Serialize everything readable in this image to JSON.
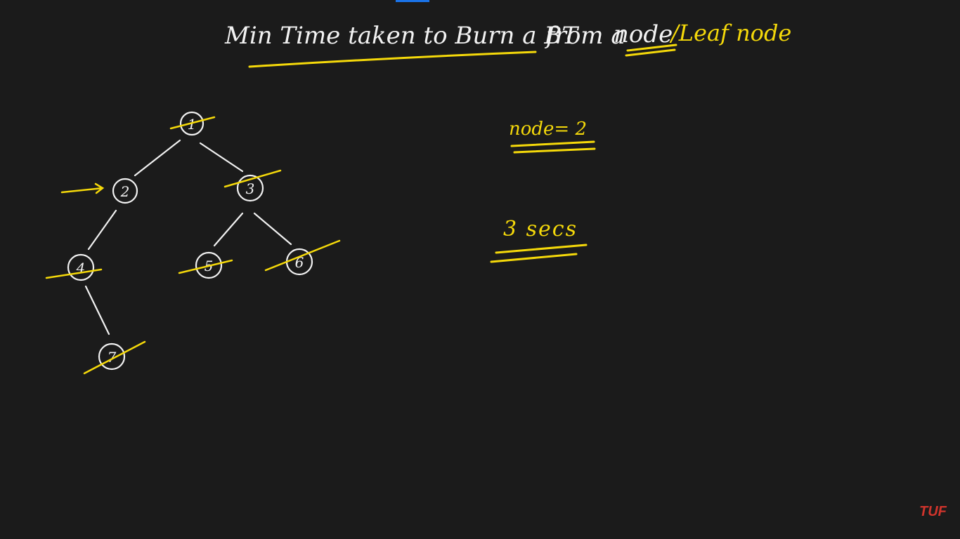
{
  "title": {
    "part1": "Min Time taken to Burn a BT",
    "part2": "from a",
    "part3": "node",
    "part4": "/Leaf node"
  },
  "tree": {
    "nodes": [
      "1",
      "2",
      "3",
      "4",
      "5",
      "6",
      "7"
    ],
    "edges": [
      [
        "1",
        "2"
      ],
      [
        "1",
        "3"
      ],
      [
        "2",
        "4"
      ],
      [
        "3",
        "5"
      ],
      [
        "3",
        "6"
      ],
      [
        "4",
        "7"
      ]
    ],
    "start_node": "2",
    "burned_nodes": [
      "1",
      "3",
      "4",
      "5",
      "6",
      "7"
    ]
  },
  "notes": {
    "node_label": "node= 2",
    "answer": "3 secs"
  },
  "watermark": "TUF",
  "colors": {
    "background": "#1b1b1b",
    "chalk": "#f2f2f2",
    "highlight": "#f5d90a",
    "watermark": "#d0342c"
  }
}
